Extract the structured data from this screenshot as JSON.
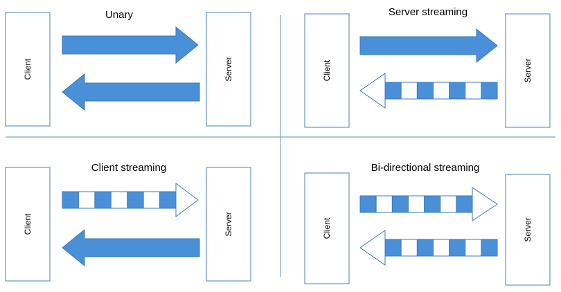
{
  "colors": {
    "arrow_fill": "#4a90d9",
    "arrow_stroke": "#3a78b8",
    "box_stroke": "#4a7fb8",
    "divider": "#5b8fc7"
  },
  "quadrants": [
    {
      "title": "Unary",
      "client_label": "Client",
      "server_label": "Server",
      "request": "solid",
      "response": "solid"
    },
    {
      "title": "Server streaming",
      "client_label": "Client",
      "server_label": "Server",
      "request": "solid",
      "response": "striped"
    },
    {
      "title": "Client streaming",
      "client_label": "Client",
      "server_label": "Server",
      "request": "striped",
      "response": "solid"
    },
    {
      "title": "Bi-directional streaming",
      "client_label": "Client",
      "server_label": "Server",
      "request": "striped",
      "response": "striped"
    }
  ]
}
